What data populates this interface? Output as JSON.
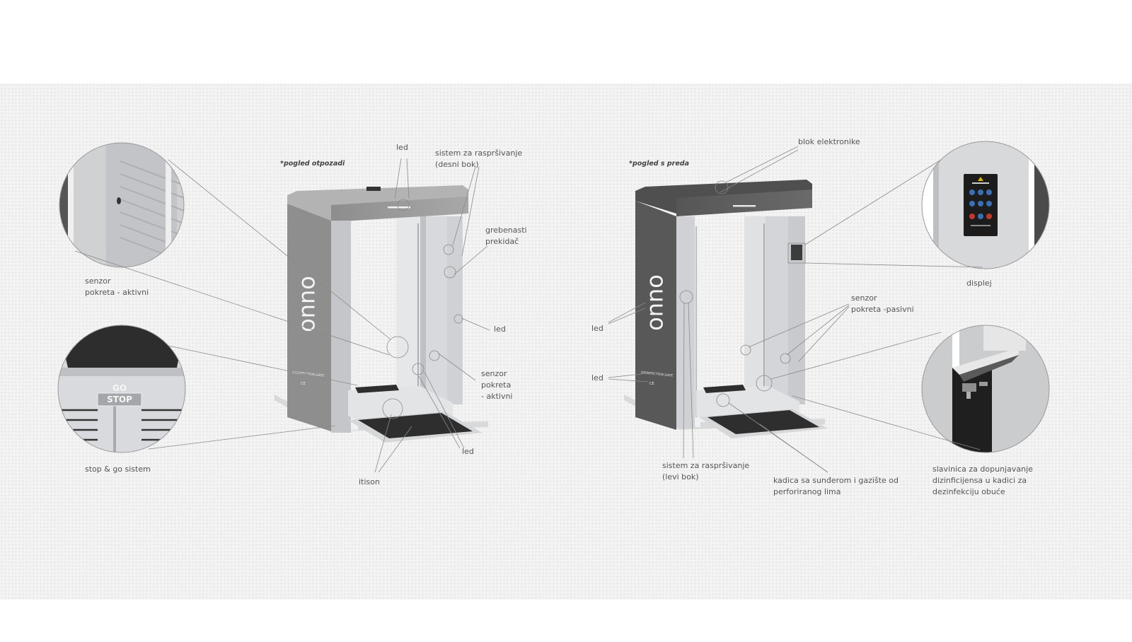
{
  "views": {
    "rear": "*pogled otpozadi",
    "front": "*pogled s preda"
  },
  "brand_mark": "ouuo",
  "gate_badge": "DISINFECTION GATE",
  "ce_mark": "CE",
  "stop_go": {
    "go": "GO",
    "stop": "STOP"
  },
  "labels": {
    "led_top": "led",
    "spray_right_1": "sistem  za raspršivanje",
    "spray_right_2": "(desni bok)",
    "cam_switch_1": "grebenasti",
    "cam_switch_2": "prekidač",
    "led_right": "led",
    "sensor_active_r_1": "senzor",
    "sensor_active_r_2": "pokreta",
    "sensor_active_r_3": "- aktivni",
    "led_bottom": "led",
    "carpet": "itison",
    "sensor_active_l_1": "senzor",
    "sensor_active_l_2": "pokreta - aktivni",
    "stopgo": "stop & go sistem",
    "electronics": "blok elektronike",
    "display": "displej",
    "led_front_1": "led",
    "led_front_2": "led",
    "sensor_passive_1": "senzor",
    "sensor_passive_2": "pokreta -pasivni",
    "spray_left_1": "sistem  za raspršivanje",
    "spray_left_2": "(levi bok)",
    "tub_1": "kadica sa sunđerom i gazište od",
    "tub_2": "perforiranog lima",
    "faucet_1": "slavinica za dopunjavanje",
    "faucet_2": "dizinficijensa u kadici za",
    "faucet_3": "dezinfekciju obuće"
  },
  "colors": {
    "rear_body": "#9a9a9a",
    "front_body": "#5c5c5c",
    "frame": "#c9cbce",
    "mat": "#2e2e2e",
    "display_bg": "#1c1c1c",
    "display_icon": "#3b6fb5",
    "display_warn": "#c0392b"
  }
}
